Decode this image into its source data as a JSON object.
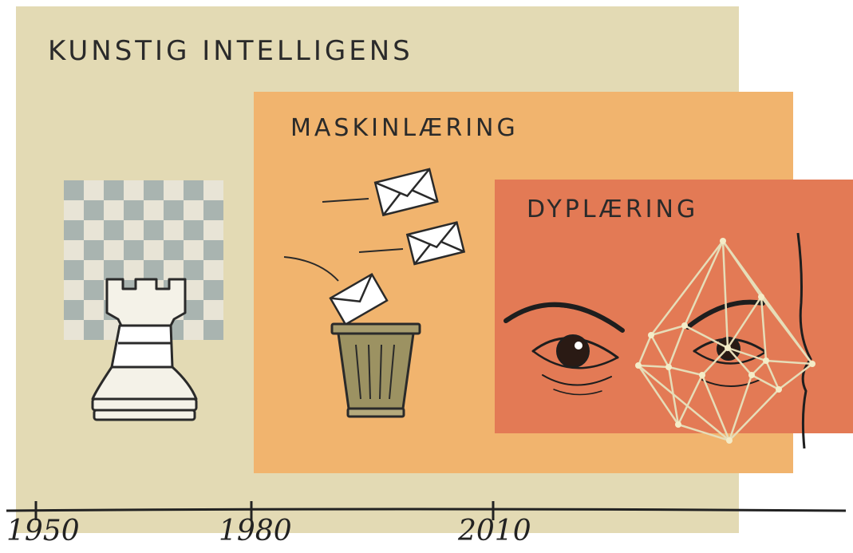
{
  "diagram": {
    "panels": {
      "ai": {
        "title": "KUNSTIG INTELLIGENS",
        "color": "#e3dab4"
      },
      "ml": {
        "title": "MASKINLÆRING",
        "color": "#f1b46e"
      },
      "dl": {
        "title": "DYPLÆRING",
        "color": "#e37a55"
      }
    },
    "timeline": {
      "years": [
        "1950",
        "1980",
        "2010"
      ]
    },
    "icons": [
      "chess-rook-icon",
      "envelope-icon",
      "trash-can-icon",
      "eye-icon",
      "face-mesh-icon"
    ]
  }
}
